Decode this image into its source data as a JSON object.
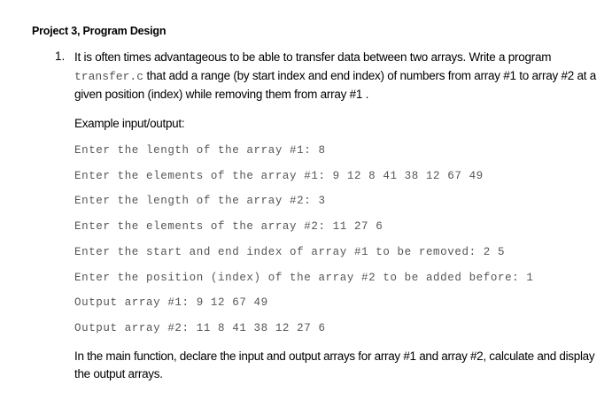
{
  "document": {
    "title": "Project 3, Program Design",
    "item_number": "1.",
    "paragraph": {
      "text_before_code": "It is often times advantageous to be able to transfer data between two arrays. Write a program ",
      "code_filename": "transfer.c",
      "text_after_code": " that add a range (by start index and end index) of numbers from array #1 to array #2 at a given position (index) while removing them from array #1 ."
    },
    "example_label": "Example input/output:",
    "io_lines": [
      "Enter the length of the array #1: 8",
      "Enter the elements of the array #1: 9 12 8 41 38 12 67 49",
      "Enter the length of the array #2: 3",
      "Enter the elements of the array #2: 11 27 6",
      "Enter the start and end index of array #1 to be removed: 2 5",
      "Enter the position (index) of the array #2 to be added before: 1",
      "Output array #1: 9 12 67 49",
      "Output array #2: 11 8 41 38 12 27 6"
    ],
    "closing_paragraph": "In the main function, declare the input and output arrays for array #1 and array #2, calculate and display the output arrays."
  }
}
